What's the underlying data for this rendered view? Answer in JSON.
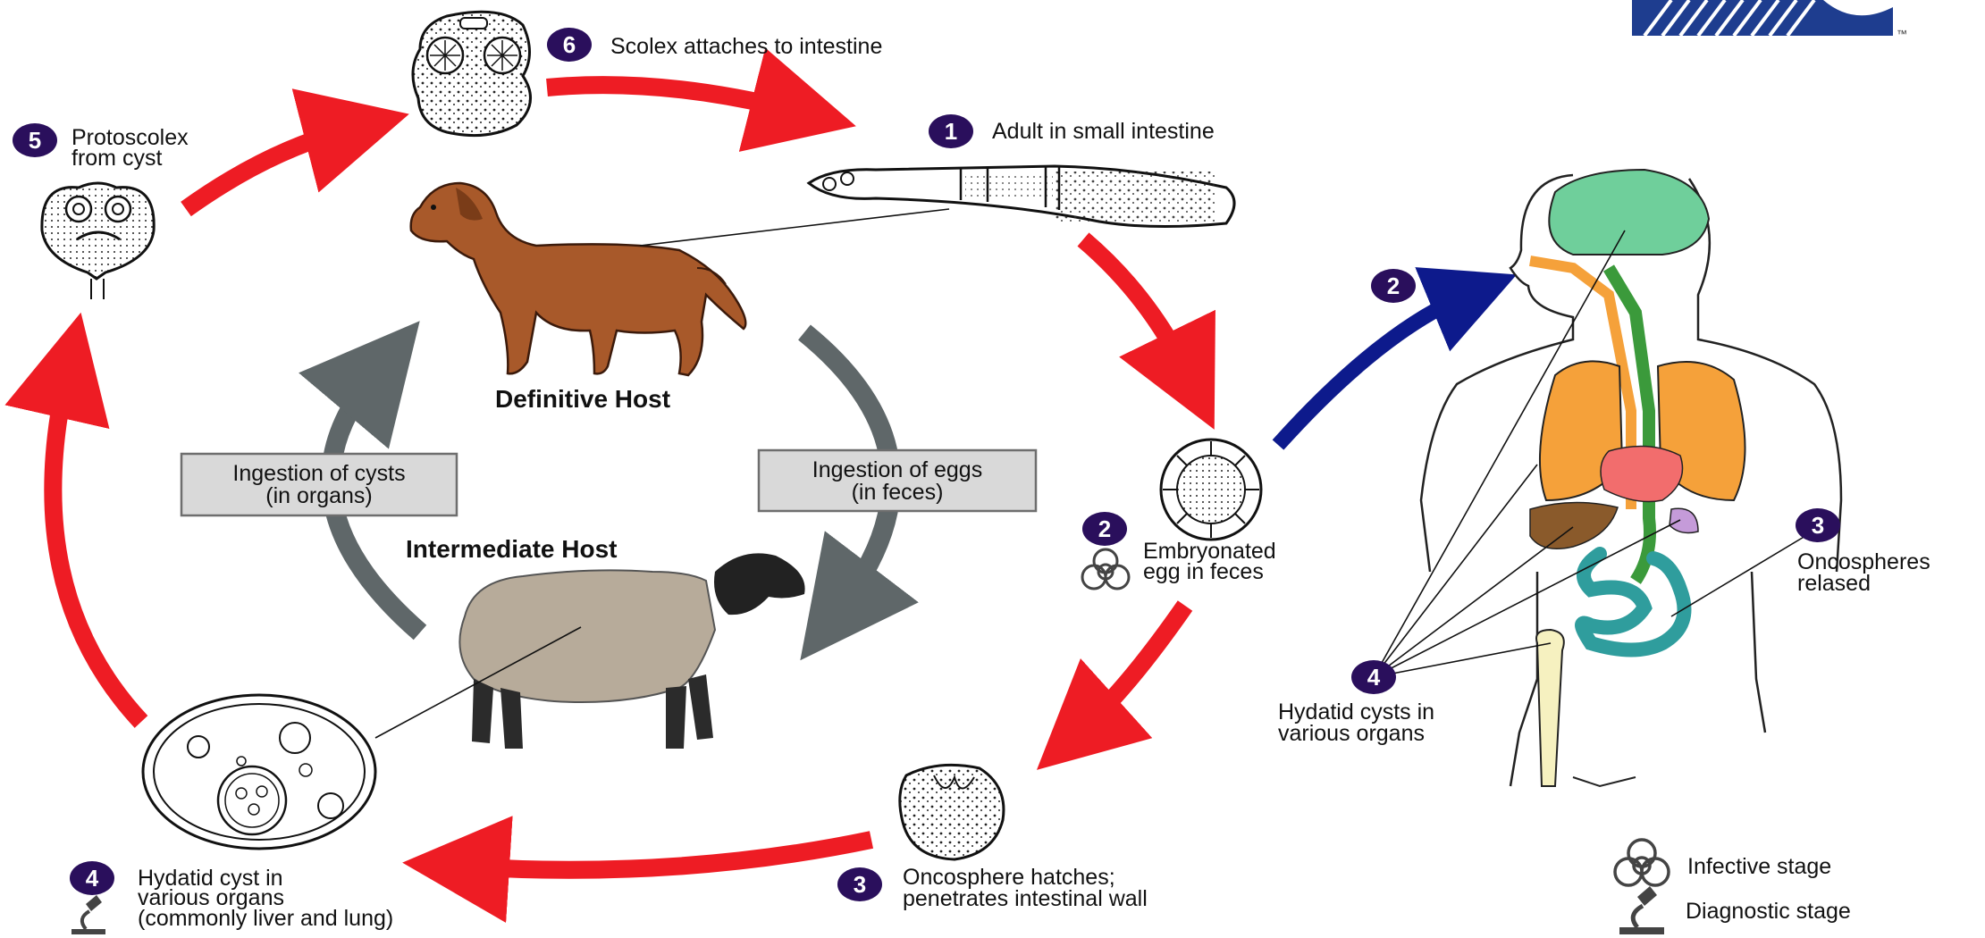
{
  "stages": {
    "s1": {
      "number": "1",
      "label": "Adult in small intestine"
    },
    "s2": {
      "number": "2",
      "label_line1": "Embryonated",
      "label_line2": "egg in feces"
    },
    "s3": {
      "number": "3",
      "label_line1": "Oncosphere hatches;",
      "label_line2": "penetrates intestinal wall"
    },
    "s4": {
      "number": "4",
      "label_line1": "Hydatid cyst in",
      "label_line2": "various organs",
      "label_line3": "(commonly liver and lung)"
    },
    "s5": {
      "number": "5",
      "label_line1": "Protoscolex",
      "label_line2": "from cyst"
    },
    "s6": {
      "number": "6",
      "label": "Scolex attaches to intestine"
    }
  },
  "human": {
    "s2": {
      "number": "2"
    },
    "s3": {
      "number": "3",
      "label_line1": "Oncospheres",
      "label_line2": "relased"
    },
    "s4": {
      "number": "4",
      "label_line1": "Hydatid cysts in",
      "label_line2": "various organs"
    }
  },
  "hosts": {
    "definitive": "Definitive Host",
    "intermediate": "Intermediate Host"
  },
  "boxes": {
    "cysts_line1": "Ingestion of cysts",
    "cysts_line2": "(in organs)",
    "eggs_line1": "Ingestion of eggs",
    "eggs_line2": "(in feces)"
  },
  "legend": {
    "infective": "Infective stage",
    "diagnostic": "Diagnostic stage"
  },
  "logo": {
    "mark": "™"
  },
  "colors": {
    "badge": "#2a0f5c",
    "red_arrow": "#ee1c24",
    "gray_arrow": "#5f6769",
    "blue_arrow": "#0d1a8c",
    "dog": "#a8592a",
    "sheep": "#b7ab9a",
    "brain": "#6fcf9b",
    "lung": "#f5a13a",
    "heart": "#f26d6d",
    "liver": "#8a5a2b",
    "intestine": "#2f9d9d",
    "esophagus": "#3b9a3b",
    "bone": "#f6f1c0"
  }
}
